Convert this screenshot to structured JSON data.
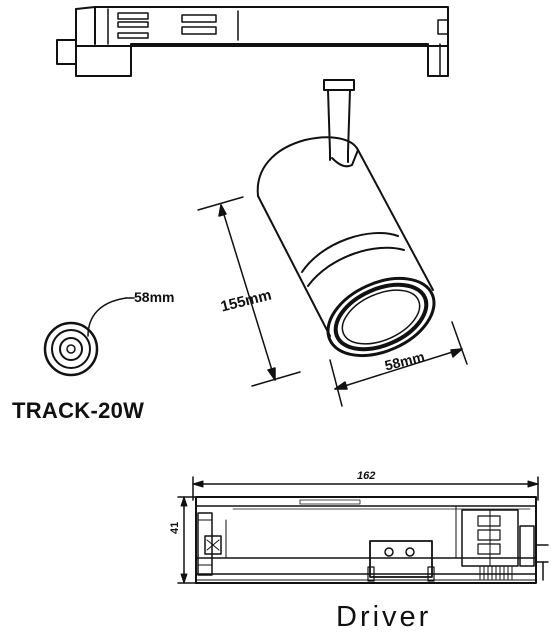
{
  "lamp": {
    "model": "TRACK-20W",
    "end_view_diameter": "58mm",
    "body_height": "155mm",
    "body_width": "58mm"
  },
  "driver": {
    "title": "Driver",
    "length": "162",
    "height": "41"
  },
  "colors": {
    "line": "#111111",
    "background": "#ffffff"
  }
}
